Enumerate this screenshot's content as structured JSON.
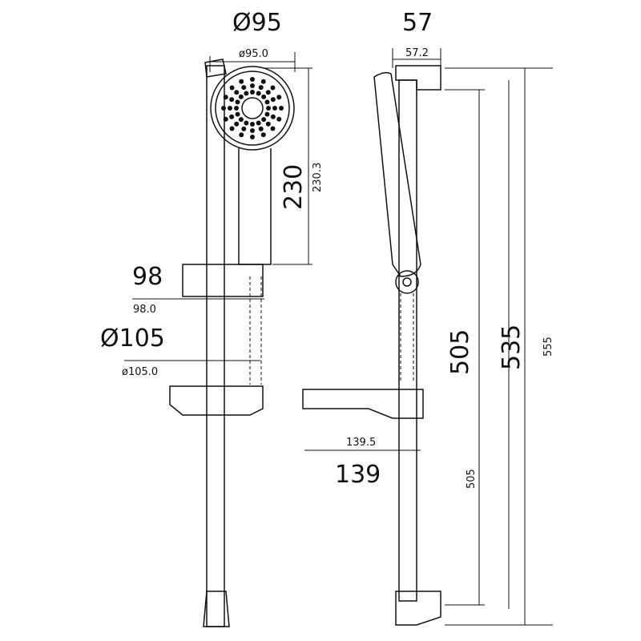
{
  "title": "Shower rail set dimension drawing",
  "dimensions": {
    "head_diameter": "Ø95",
    "head_diameter_precise": "ø95.0",
    "depth": "57",
    "depth_precise": "57.2",
    "handshower_length": "230",
    "handshower_length_precise": "230.3",
    "holder_width": "98",
    "holder_width_precise": "98.0",
    "shelf_diameter": "Ø105",
    "shelf_diameter_precise": "ø105.0",
    "shelf_depth": "139",
    "shelf_depth_precise": "139.5",
    "rail_length": "505",
    "rail_length_small": "505",
    "mid_length": "535",
    "total_length": "555"
  }
}
